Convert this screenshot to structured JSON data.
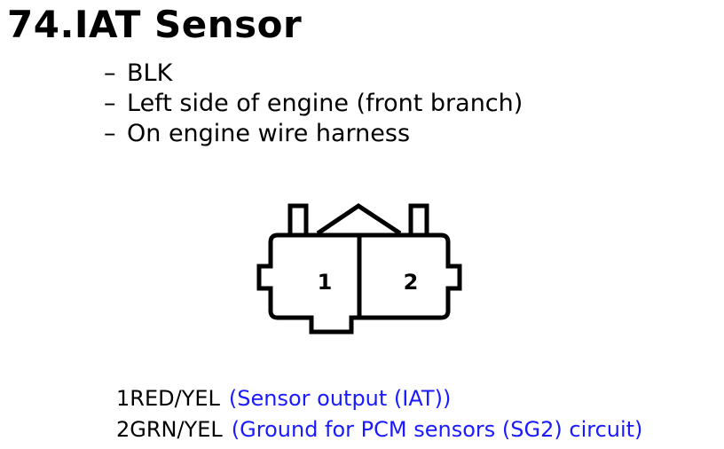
{
  "title": "74.IAT Sensor",
  "details": [
    {
      "dash": "–",
      "text": "BLK"
    },
    {
      "dash": "–",
      "text": "Left side of engine (front branch)"
    },
    {
      "dash": "–",
      "text": "On engine wire harness"
    }
  ],
  "connector": {
    "pin_labels": [
      "1",
      "2"
    ]
  },
  "pins": [
    {
      "id": "1RED/YEL",
      "desc": "(Sensor output (IAT))"
    },
    {
      "id": "2GRN/YEL",
      "desc": "(Ground for PCM sensors (SG2) circuit)"
    }
  ],
  "colors": {
    "text": "#000000",
    "description": "#1a1aff",
    "background": "#ffffff"
  }
}
